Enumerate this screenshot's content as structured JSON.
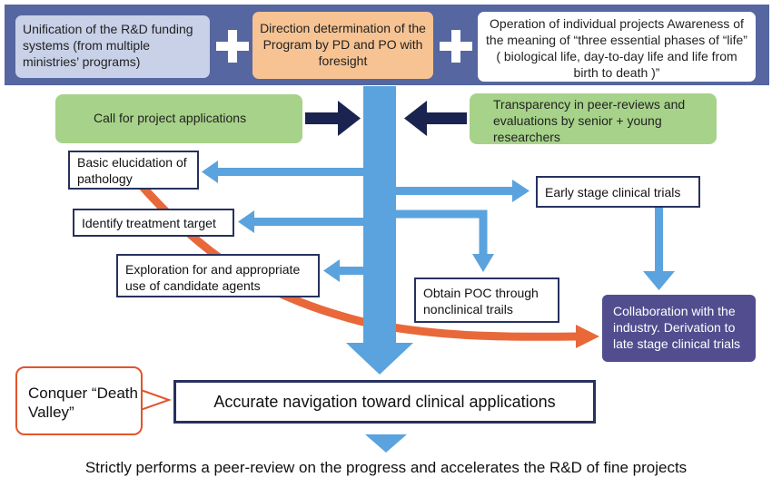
{
  "top": {
    "unification": "Unification of the R&D funding systems (from multiple ministries’ programs)",
    "direction": "Direction determination of the Program by PD and PO with foresight",
    "operation": "Operation of individual projects Awareness of the meaning of “three essential phases of “life” ( biological life, day-to-day life and life from birth to death )”"
  },
  "inputs": {
    "call": "Call for project applications",
    "transparency": "Transparency in peer-reviews and evaluations by senior + young researchers"
  },
  "steps": {
    "basic": "Basic elucidation of pathology",
    "identify": "Identify treatment target",
    "exploration": "Exploration for and appropriate use of candidate agents",
    "poc": "Obtain POC through nonclinical trails",
    "early": "Early stage clinical trials",
    "collaboration": "Collaboration with the industry. Derivation to late stage clinical trials"
  },
  "callout": {
    "text": "Conquer “Death Valley”"
  },
  "navigation": "Accurate navigation toward clinical applications",
  "footer": "Strictly performs a peer-review on the progress and accelerates the R&D of fine projects",
  "colors": {
    "band": "#5566a0",
    "main_arrow": "#5aa3de",
    "dark_arrow": "#1b2450",
    "orange_curve": "#e8683a",
    "green": "#a7d289",
    "purple": "#524d8f"
  }
}
